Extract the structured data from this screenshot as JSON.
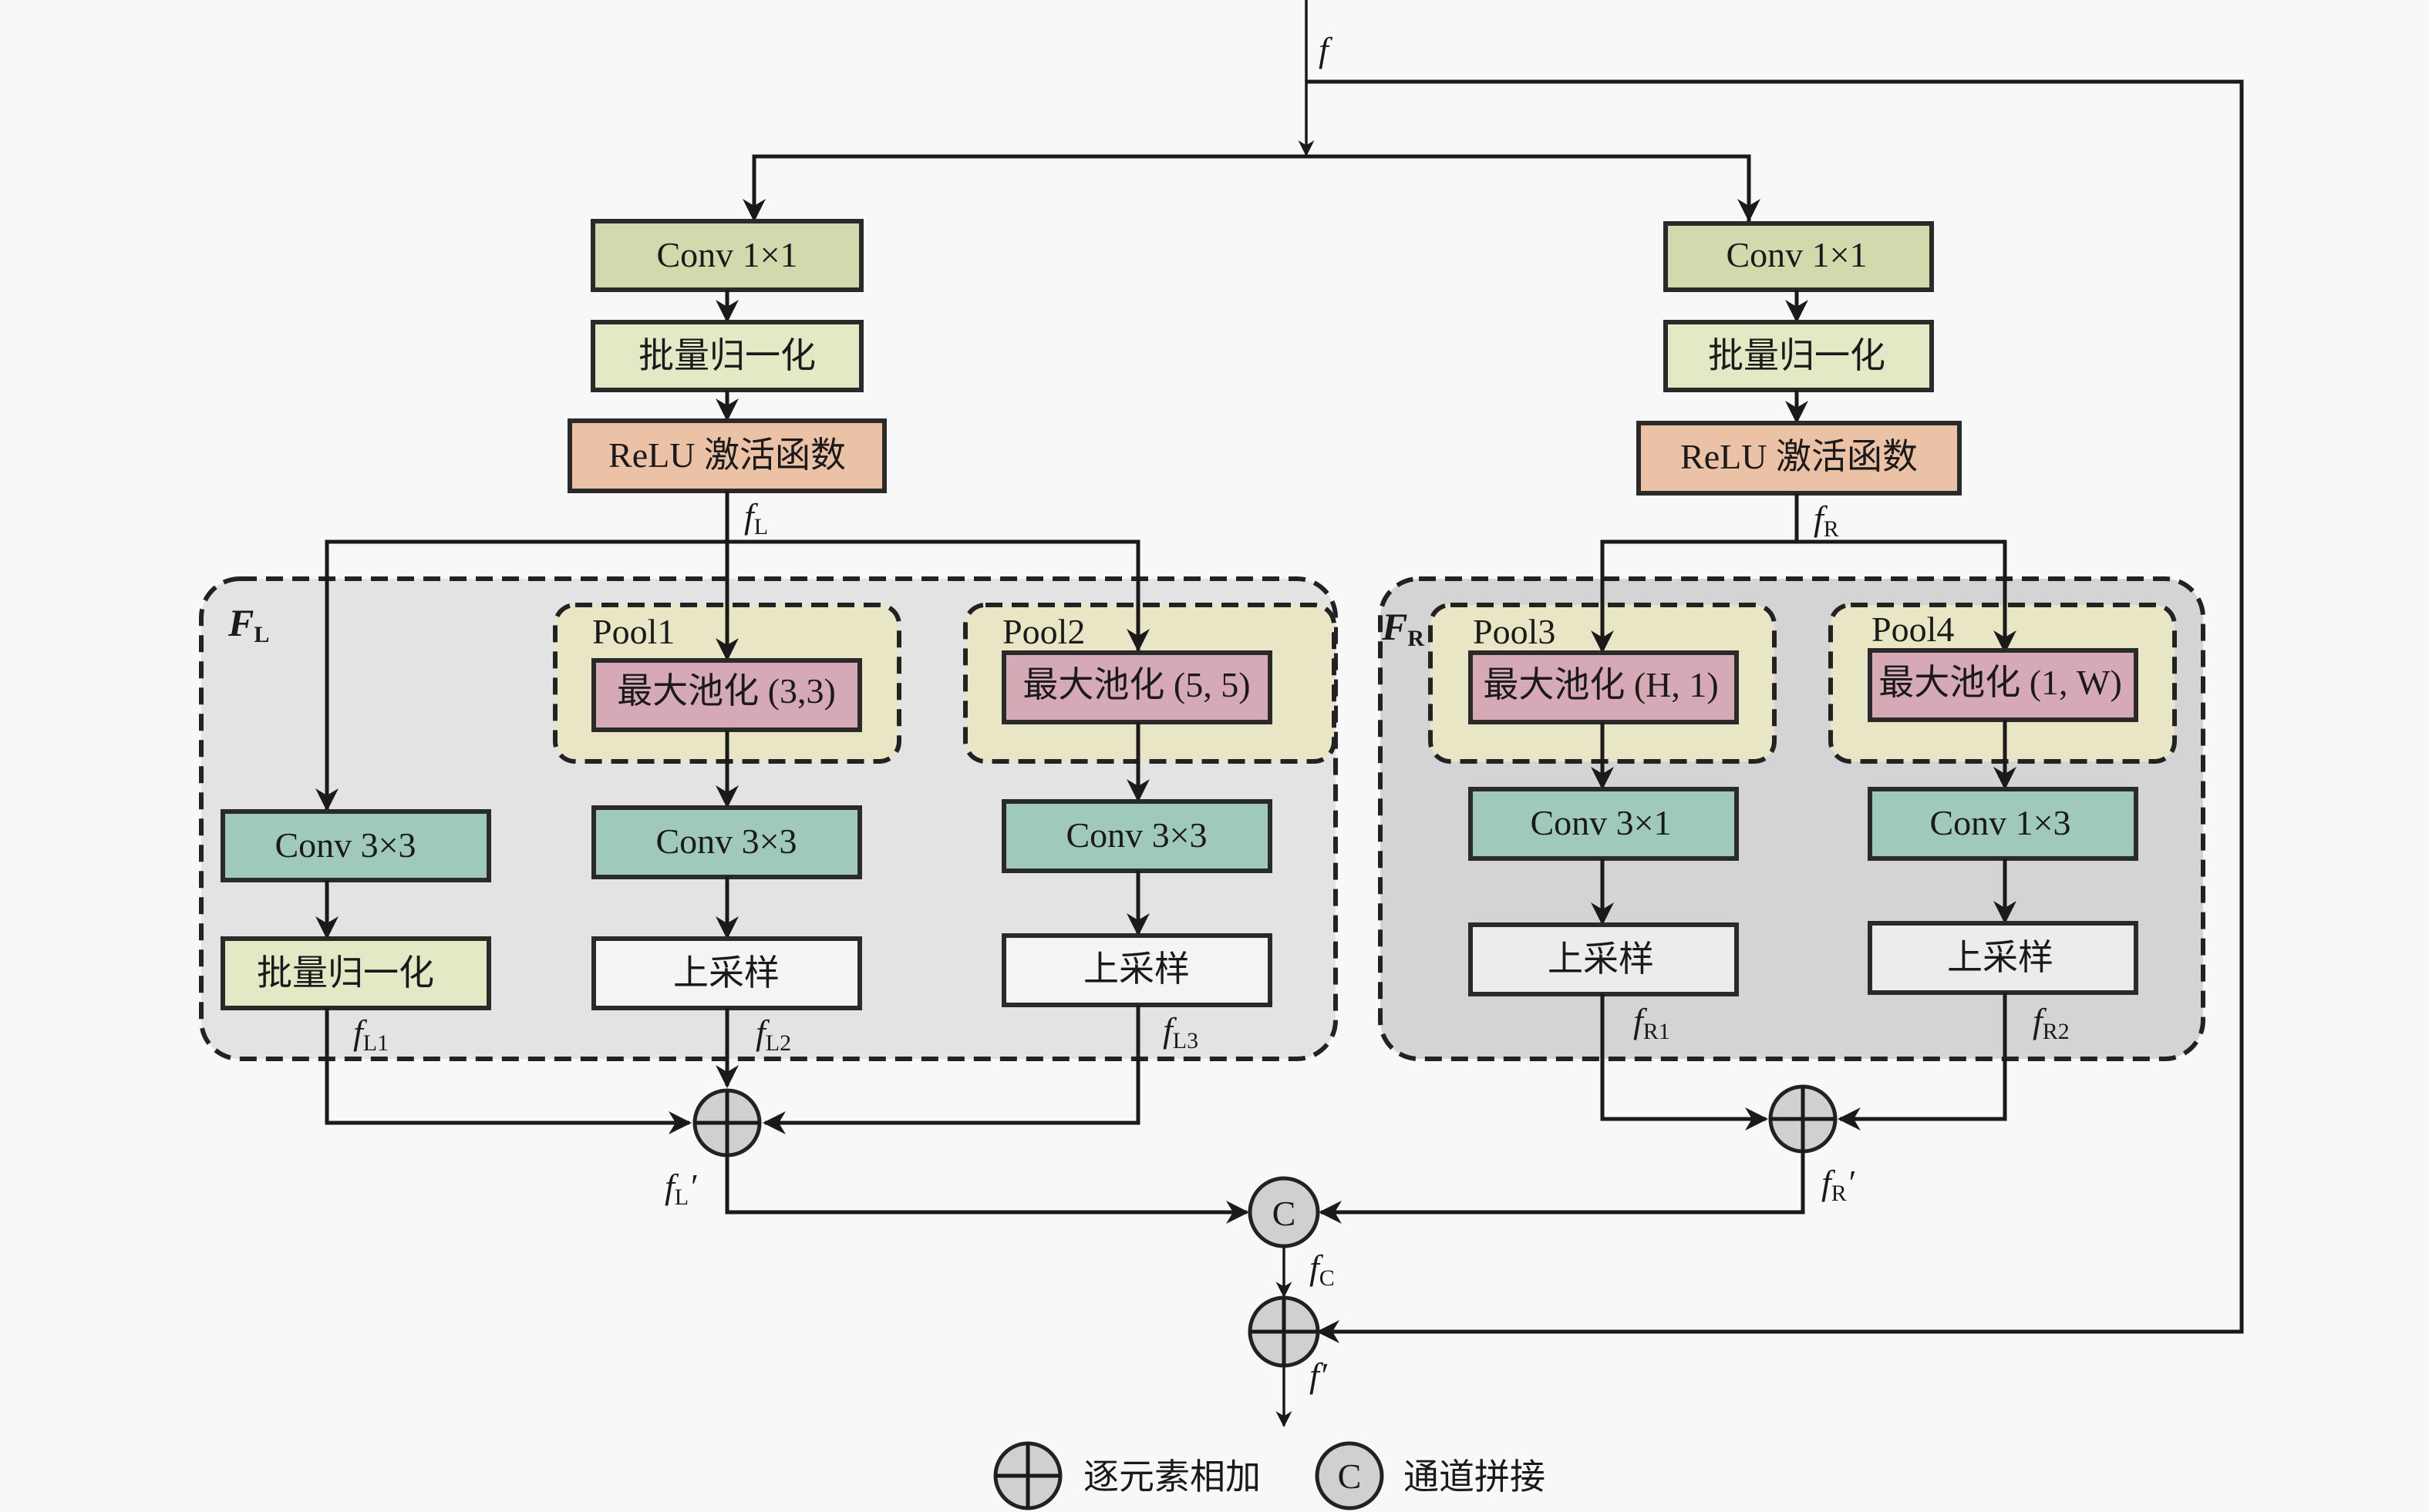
{
  "colors": {
    "conv1x1": "#d3d8ad",
    "batchnorm": "#e4e8c4",
    "relu": "#ebc2a6",
    "maxpool": "#d6a9b6",
    "conv": "#9fcabb",
    "upsample": "#f4f4f4",
    "region_left_bg": "#e3e3e3",
    "region_right_bg": "#d4d4d4",
    "pool_group_bg": "#e8e6c4",
    "node_fill": "#d0d0d0"
  },
  "input": {
    "label": "f"
  },
  "left_branch": {
    "conv": "Conv 1×1",
    "bn": "批量归一化",
    "relu": "ReLU 激活函数",
    "out_label": "f",
    "out_sub": "L"
  },
  "right_branch": {
    "conv": "Conv 1×1",
    "bn": "批量归一化",
    "relu": "ReLU 激活函数",
    "out_label": "f",
    "out_sub": "R"
  },
  "region_left": {
    "label": "F",
    "sub": "L",
    "path1": {
      "conv": "Conv 3×3",
      "bn": "批量归一化",
      "out": "f",
      "out_sub": "L1"
    },
    "path2": {
      "pool_name": "Pool1",
      "pool": "最大池化 (3,3)",
      "conv": "Conv 3×3",
      "up": "上采样",
      "out": "f",
      "out_sub": "L2"
    },
    "path3": {
      "pool_name": "Pool2",
      "pool": "最大池化 (5, 5)",
      "conv": "Conv 3×3",
      "up": "上采样",
      "out": "f",
      "out_sub": "L3"
    }
  },
  "region_right": {
    "label": "F",
    "sub": "R",
    "path1": {
      "pool_name": "Pool3",
      "pool": "最大池化 (H, 1)",
      "conv": "Conv 3×1",
      "up": "上采样",
      "out": "f",
      "out_sub": "R1"
    },
    "path2": {
      "pool_name": "Pool4",
      "pool": "最大池化 (1, W)",
      "conv": "Conv 1×3",
      "up": "上采样",
      "out": "f",
      "out_sub": "R2"
    }
  },
  "merge": {
    "left_out": "f",
    "left_out_sub": "L",
    "prime": "′",
    "right_out": "f",
    "right_out_sub": "R",
    "concat_symbol": "C",
    "concat_out": "f",
    "concat_out_sub": "C",
    "final_out": "f′"
  },
  "legend": {
    "add_label": "逐元素相加",
    "concat_symbol": "C",
    "concat_label": "通道拼接"
  }
}
